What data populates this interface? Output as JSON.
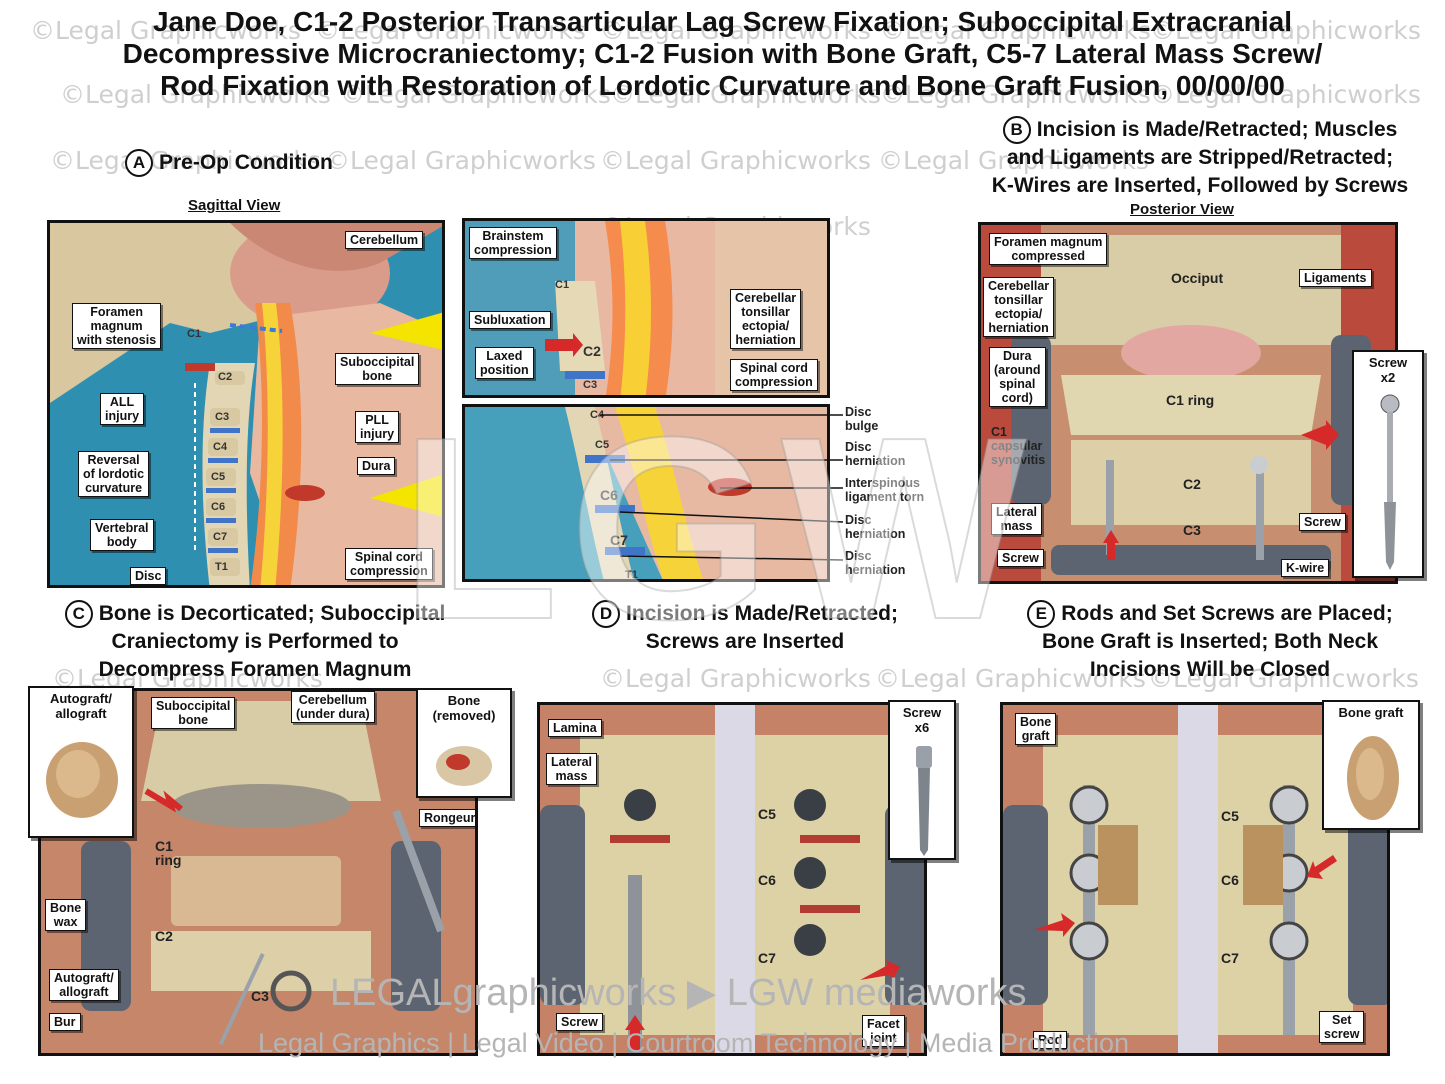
{
  "title_lines": [
    "Jane Doe, C1-2 Posterior Transarticular Lag Screw Fixation; Suboccipital Extracranial",
    "Decompressive Microcraniectomy; C1-2 Fusion with Bone Graft, C5-7 Lateral Mass Screw/",
    "Rod Fixation with Restoration of Lordotic Curvature and Bone Graft Fusion, 00/00/00"
  ],
  "watermark": "©Legal Graphicworks",
  "big_watermark": "LGW",
  "sections": {
    "a": {
      "letter": "A",
      "title": "Pre-Op Condition",
      "view": "Sagittal View"
    },
    "b": {
      "letter": "B",
      "lines": [
        "Incision is Made/Retracted; Muscles",
        "and Ligaments are Stripped/Retracted;",
        "K-Wires are Inserted, Followed by Screws"
      ],
      "view": "Posterior View"
    },
    "c": {
      "letter": "C",
      "lines": [
        "Bone is Decorticated; Suboccipital",
        "Craniectomy is Performed to",
        "Decompress Foramen Magnum"
      ]
    },
    "d": {
      "letter": "D",
      "lines": [
        "Incision is Made/Retracted;",
        "Screws are Inserted"
      ]
    },
    "e": {
      "letter": "E",
      "lines": [
        "Rods and Set Screws are Placed;",
        "Bone Graft is Inserted; Both Neck",
        "Incisions Will be Closed"
      ]
    }
  },
  "panel_a": {
    "cerebellum": "Cerebellum",
    "foramen": [
      "Foramen",
      "magnum",
      "with stenosis"
    ],
    "suboccipital": [
      "Suboccipital",
      "bone"
    ],
    "all_injury": [
      "ALL",
      "injury"
    ],
    "pll_injury": [
      "PLL",
      "injury"
    ],
    "reversal": [
      "Reversal",
      "of lordotic",
      "curvature"
    ],
    "dura": "Dura",
    "vertebral_body": [
      "Vertebral",
      "body"
    ],
    "disc": "Disc",
    "spinal_cord": [
      "Spinal cord",
      "compression"
    ],
    "levels": [
      "C1",
      "C2",
      "C3",
      "C4",
      "C5",
      "C6",
      "C7",
      "T1"
    ]
  },
  "panel_a_top": {
    "brainstem": [
      "Brainstem",
      "compression"
    ],
    "c1": "C1",
    "subluxation": "Subluxation",
    "laxed": [
      "Laxed",
      "position"
    ],
    "c2": "C2",
    "c3": "C3",
    "tonsillar": [
      "Cerebellar",
      "tonsillar",
      "ectopia/",
      "herniation"
    ],
    "cord": [
      "Spinal cord",
      "compression"
    ]
  },
  "panel_a_bottom": {
    "levels": [
      "C4",
      "C5",
      "C6",
      "C7",
      "T1"
    ],
    "right_labels": [
      "Disc",
      "bulge",
      "Disc",
      "herniation",
      "Interspinous",
      "ligament torn",
      "Disc",
      "herniation",
      "Disc",
      "herniation"
    ]
  },
  "panel_b": {
    "foramen": [
      "Foramen magnum",
      "compressed"
    ],
    "occiput": "Occiput",
    "ligaments": "Ligaments",
    "tonsillar": [
      "Cerebellar",
      "tonsillar",
      "ectopia/",
      "herniation"
    ],
    "dura": [
      "Dura",
      "(around",
      "spinal",
      "cord)"
    ],
    "c1_ring": "C1 ring",
    "c1_caps": [
      "C1",
      "capsular",
      "synovitis"
    ],
    "c2": "C2",
    "c3": "C3",
    "lateral_mass": [
      "Lateral",
      "mass"
    ],
    "screw_left": "Screw",
    "screw_right": "Screw",
    "kwire": "K-wire",
    "screw_inset": [
      "Screw",
      "x2"
    ]
  },
  "panel_c": {
    "autograft_top": [
      "Autograft/",
      "allograft"
    ],
    "suboccipital": [
      "Suboccipital",
      "bone"
    ],
    "cerebellum": [
      "Cerebellum",
      "(under dura)"
    ],
    "bone_removed": [
      "Bone",
      "(removed)"
    ],
    "rongeur": "Rongeur",
    "c1_ring": [
      "C1",
      "ring"
    ],
    "bone_wax": [
      "Bone",
      "wax"
    ],
    "c2": "C2",
    "autograft_low": [
      "Autograft/",
      "allograft"
    ],
    "c3": "C3",
    "bur": "Bur"
  },
  "panel_d": {
    "lamina": "Lamina",
    "lateral_mass": [
      "Lateral",
      "mass"
    ],
    "screw_inset": [
      "Screw",
      "x6"
    ],
    "c5": "C5",
    "c6": "C6",
    "c7": "C7",
    "screw": "Screw",
    "facet": [
      "Facet",
      "joint"
    ]
  },
  "panel_e": {
    "bone_graft": [
      "Bone",
      "graft"
    ],
    "bone_graft_inset": "Bone graft",
    "c5": "C5",
    "c6": "C6",
    "c7": "C7",
    "rod": "Rod",
    "set_screw": [
      "Set",
      "screw"
    ]
  },
  "footer_brand": "LEGALgraphicworks ▶ LGW mediaworks",
  "footer_line": "Legal Graphics | Legal Video | Courtroom Technology | Media Production"
}
